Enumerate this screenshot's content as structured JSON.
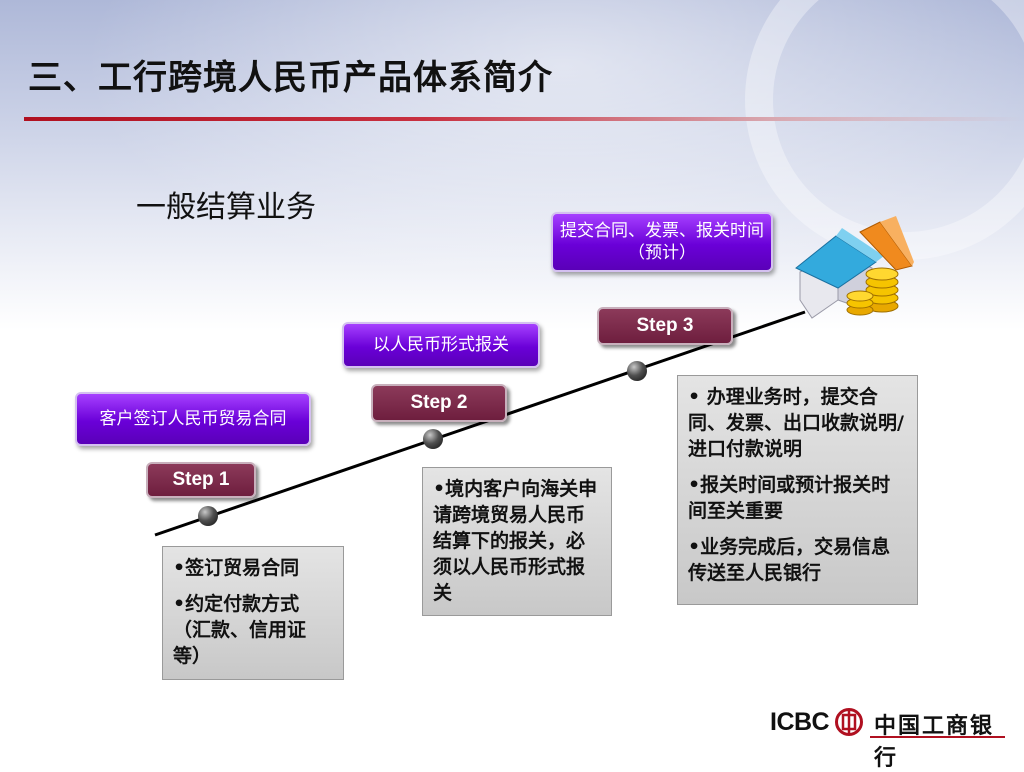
{
  "slide": {
    "title": "三、工行跨境人民币产品体系简介",
    "subtitle": "一般结算业务"
  },
  "steps": [
    {
      "label": "Step 1",
      "header": "客户签订人民币贸易合同",
      "bullets": [
        "•签订贸易合同",
        "•约定付款方式（汇款、信用证等）"
      ]
    },
    {
      "label": "Step 2",
      "header": "以人民币形式报关",
      "bullets": [
        "•境内客户向海关申请跨境贸易人民币结算下的报关，必须以人民币形式报关"
      ]
    },
    {
      "label": "Step 3",
      "header": "提交合同、发票、报关时间（预计）",
      "bullets": [
        "• 办理业务时，提交合同、发票、出口收款说明/进口付款说明",
        "•报关时间或预计报关时间至关重要",
        "•业务完成后，交易信息传送至人民银行"
      ]
    }
  ],
  "footer": {
    "brand_en": "ICBC",
    "brand_cn": "中国工商银行",
    "brand_color": "#b01020"
  },
  "icons": {
    "goal": "money-house-icon",
    "logo": "icbc-logo-icon"
  }
}
